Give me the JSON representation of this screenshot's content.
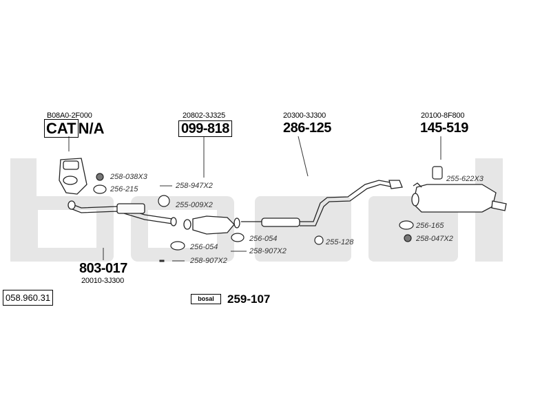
{
  "brand_watermark": "bosal",
  "catalog_number": "058.960.31",
  "groups": [
    {
      "oe": "B08A0-2F000",
      "part_prefix": "CAT",
      "part_suffix": "N/A"
    },
    {
      "oe": "20802-3J325",
      "part": "099-818"
    },
    {
      "oe": "20300-3J300",
      "part": "286-125"
    },
    {
      "oe": "20100-8F800",
      "part": "145-519"
    },
    {
      "oe": "20010-3J300",
      "part": "803-017"
    }
  ],
  "refs": {
    "r1": "258-038X3",
    "r2": "256-215",
    "r3": "258-947X2",
    "r4": "255-009X2",
    "r5": "256-054",
    "r6": "258-907X2",
    "r7": "256-054",
    "r8": "258-907X2",
    "r9": "255-128",
    "r10": "255-622X3",
    "r11": "256-165",
    "r12": "258-047X2"
  },
  "kit": {
    "badge": "bosal",
    "part": "259-107"
  },
  "colors": {
    "line": "#222222",
    "watermark": "#e3e3e3"
  }
}
